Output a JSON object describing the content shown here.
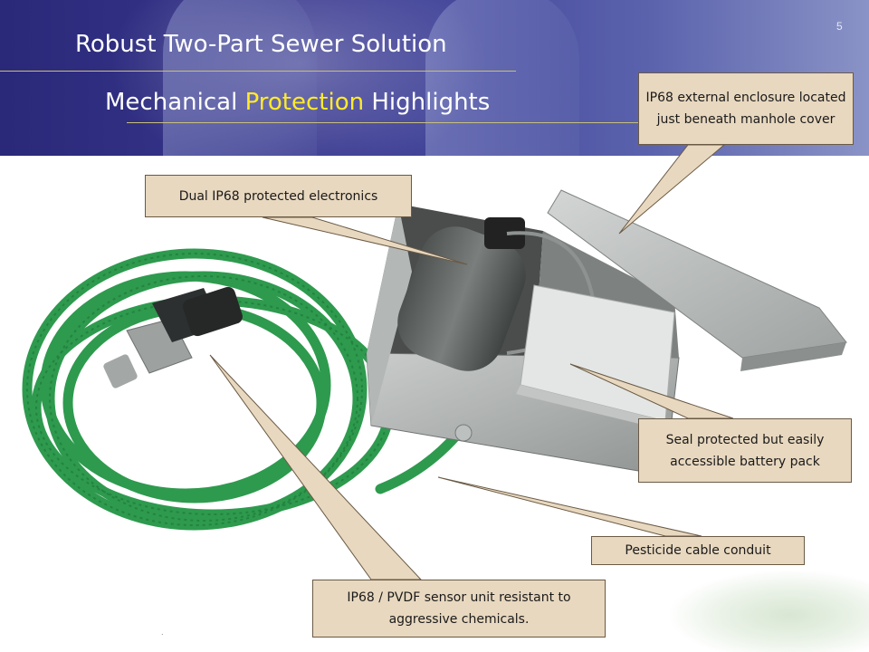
{
  "slide": {
    "title": "Robust Two-Part Sewer Solution",
    "subtitle_pre": "Mechanical ",
    "subtitle_accent": "Protection",
    "subtitle_post": " Highlights",
    "page_number": "5",
    "footer_mark": "."
  },
  "callouts": {
    "enclosure": "IP68 external enclosure located just beneath manhole cover",
    "electronics": "Dual IP68 protected electronics",
    "battery": "Seal protected but easily accessible battery pack",
    "conduit": "Pesticide cable conduit",
    "sensor": "IP68 / PVDF sensor unit resistant to aggressive chemicals."
  },
  "colors": {
    "header_blue": "#2a2878",
    "accent_yellow": "#ffeb2a",
    "callout_fill": "#e8d8bf",
    "hose_green": "#2e9a4e"
  }
}
